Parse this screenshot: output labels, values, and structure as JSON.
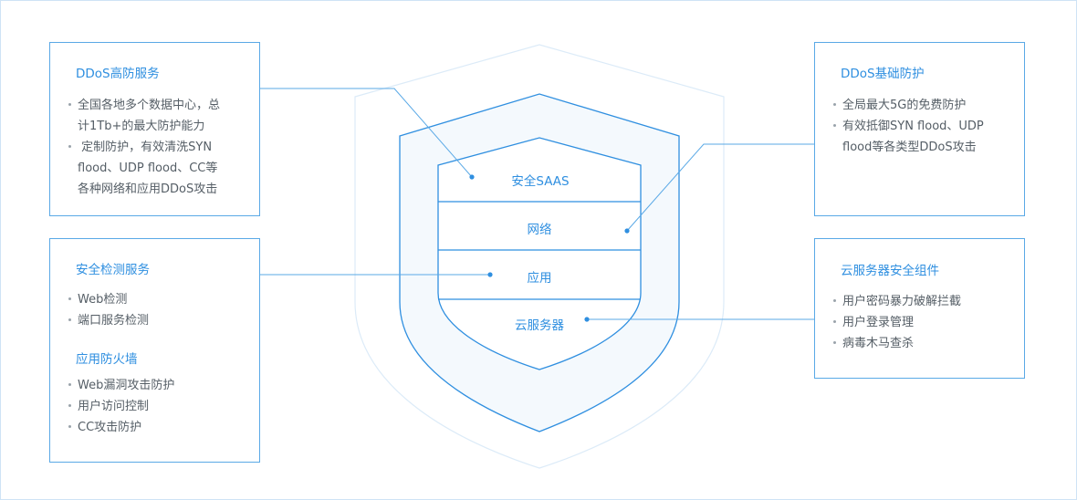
{
  "cards": {
    "ddos_high": {
      "title": "DDoS高防服务",
      "items": [
        [
          "全国各地多个数据中心，总",
          "计1Tb+的最大防护能力"
        ],
        [
          " 定制防护，有效清洗SYN",
          "flood、UDP flood、CC等",
          "各种网络和应用DDoS攻击"
        ]
      ]
    },
    "security_detect": {
      "title": "安全检测服务",
      "items": [
        "Web检测",
        "端口服务检测"
      ],
      "title2": "应用防火墙",
      "items2": [
        "Web漏洞攻击防护",
        "用户访问控制",
        "CC攻击防护"
      ]
    },
    "ddos_basic": {
      "title": "DDoS基础防护",
      "items": [
        [
          "全局最大5G的免费防护"
        ],
        [
          "有效抵御SYN flood、UDP",
          "flood等各类型DDoS攻击"
        ]
      ]
    },
    "cloud_server": {
      "title": "云服务器安全组件",
      "items": [
        "用户密码暴力破解拦截",
        "用户登录管理",
        "病毒木马查杀"
      ]
    }
  },
  "shield_layers": [
    "安全SAAS",
    "网络",
    "应用",
    "云服务器"
  ],
  "colors": {
    "accent": "#2f8fe0",
    "border": "#5aa9e6",
    "text": "#555e66",
    "shield_fill": "#f4f9fd",
    "shield_outer": "#dcebf8"
  }
}
